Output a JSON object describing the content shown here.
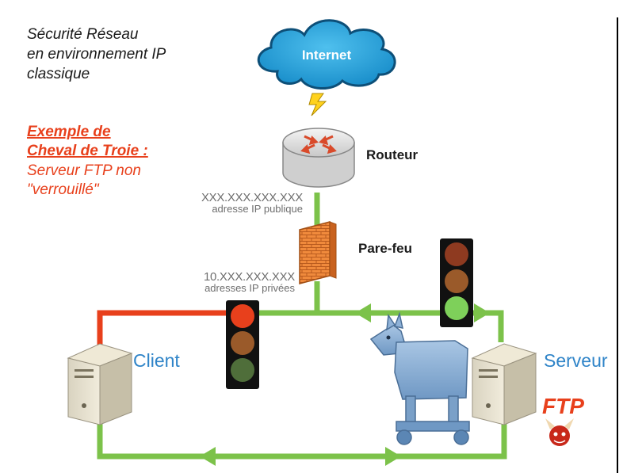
{
  "title": {
    "line1": "Sécurité Réseau",
    "line2": "en environnement IP",
    "line3": "classique"
  },
  "example": {
    "heading1": "Exemple de",
    "heading2": "Cheval de Troie :",
    "body1": "Serveur FTP non",
    "body2": "\"verrouillé\""
  },
  "nodes": {
    "internet": "Internet",
    "router": "Routeur",
    "firewall": "Pare-feu",
    "client": "Client",
    "server": "Serveur",
    "ftp": "FTP"
  },
  "addresses": {
    "public_ip": "XXX.XXX.XXX.XXX",
    "public_ip_label": "adresse IP publique",
    "private_ip": "10.XXX.XXX.XXX",
    "private_ip_label": "adresses IP privées"
  },
  "colors": {
    "link_green": "#7cc24a",
    "link_red": "#e8401c",
    "cloud_blue": "#2aa3dc",
    "text_blue": "#2f84c8",
    "accent_red": "#e8401c"
  },
  "icons": {
    "internet": "cloud-icon",
    "link": "lightning-icon",
    "router": "router-icon",
    "firewall": "brick-firewall-icon",
    "traffic_light": "traffic-light-icon",
    "computer": "tower-computer-icon",
    "trojan": "trojan-horse-icon",
    "daemon": "daemon-icon"
  }
}
